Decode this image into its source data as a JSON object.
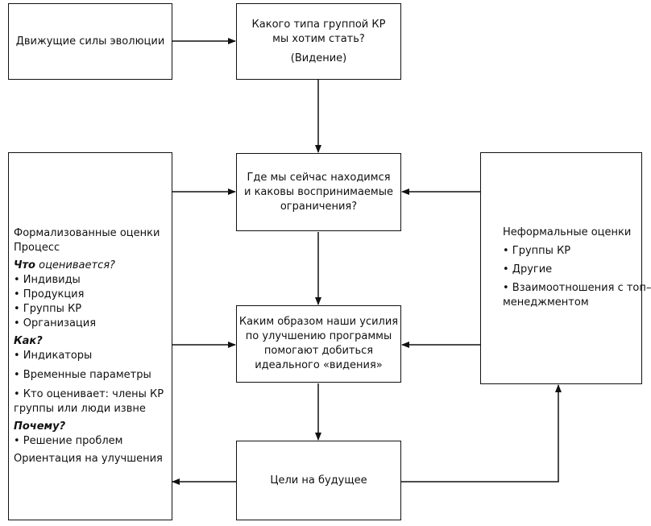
{
  "drivers": "Движущие силы эволюции",
  "vision": {
    "line1": "Какого типа группой КР",
    "line2": "мы хотим стать?",
    "line3": "(Видение)"
  },
  "current": {
    "line1": "Где мы сейчас находимся",
    "line2": "и каковы воспринимаемые",
    "line3": "ограничения?"
  },
  "efforts": {
    "line1": "Каким образом наши усилия",
    "line2": "по улучшению программы",
    "line3": "помогают добиться",
    "line4": "идеального «видения»"
  },
  "goals": "Цели на будущее",
  "formal": {
    "title1": "Формализованные оценки",
    "title2": "Процесс",
    "what_bold": "Что",
    "what_rest": " оценивается?",
    "what_items": [
      "• Индивиды",
      "• Продукция",
      "• Группы КР",
      "• Организация"
    ],
    "how": "Как?",
    "how_items": [
      "• Индикаторы",
      "• Временные параметры"
    ],
    "who1": "• Кто оценивает: члены КР",
    "who2": "группы или люди извне",
    "why": "Почему?",
    "why_item": "• Решение проблем",
    "orientation": "Ориентация на улучшения"
  },
  "informal": {
    "title": "Неформальные оценки",
    "item1": "• Группы КР",
    "item2": "• Другие",
    "item3a": "• Взаимоотношения с топ–",
    "item3b": "менеджментом"
  }
}
